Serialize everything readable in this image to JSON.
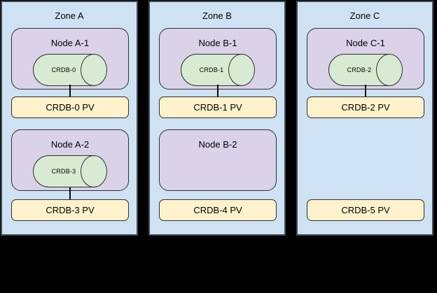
{
  "diagram": {
    "description": "Three availability zones with CockroachDB nodes, pods and persistent volumes",
    "colors": {
      "background": "#000000",
      "zone_fill": "#cfe2f3",
      "zone_border": "#3f4b54",
      "node_fill": "#d9d2e9",
      "pod_fill": "#d9ead3",
      "pv_fill": "#fff2cc",
      "shape_border": "#2f2f2f",
      "text": "#000000"
    },
    "zones": [
      {
        "label": "Zone A",
        "rows": [
          {
            "node_label": "Node A-1",
            "db_label": "CRDB-0",
            "pv_label": "CRDB-0 PV",
            "connector": true
          },
          {
            "node_label": "Node A-2",
            "db_label": "CRDB-3",
            "pv_label": "CRDB-3 PV",
            "connector": true
          }
        ]
      },
      {
        "label": "Zone B",
        "rows": [
          {
            "node_label": "Node B-1",
            "db_label": "CRDB-1",
            "pv_label": "CRDB-1 PV",
            "connector": true
          },
          {
            "node_label": "Node B-2",
            "db_label": null,
            "pv_label": "CRDB-4 PV",
            "connector": false
          }
        ]
      },
      {
        "label": "Zone C",
        "rows": [
          {
            "node_label": "Node C-1",
            "db_label": "CRDB-2",
            "pv_label": "CRDB-2 PV",
            "connector": true
          },
          {
            "node_label": null,
            "db_label": null,
            "pv_label": "CRDB-5 PV",
            "connector": false
          }
        ]
      }
    ]
  }
}
